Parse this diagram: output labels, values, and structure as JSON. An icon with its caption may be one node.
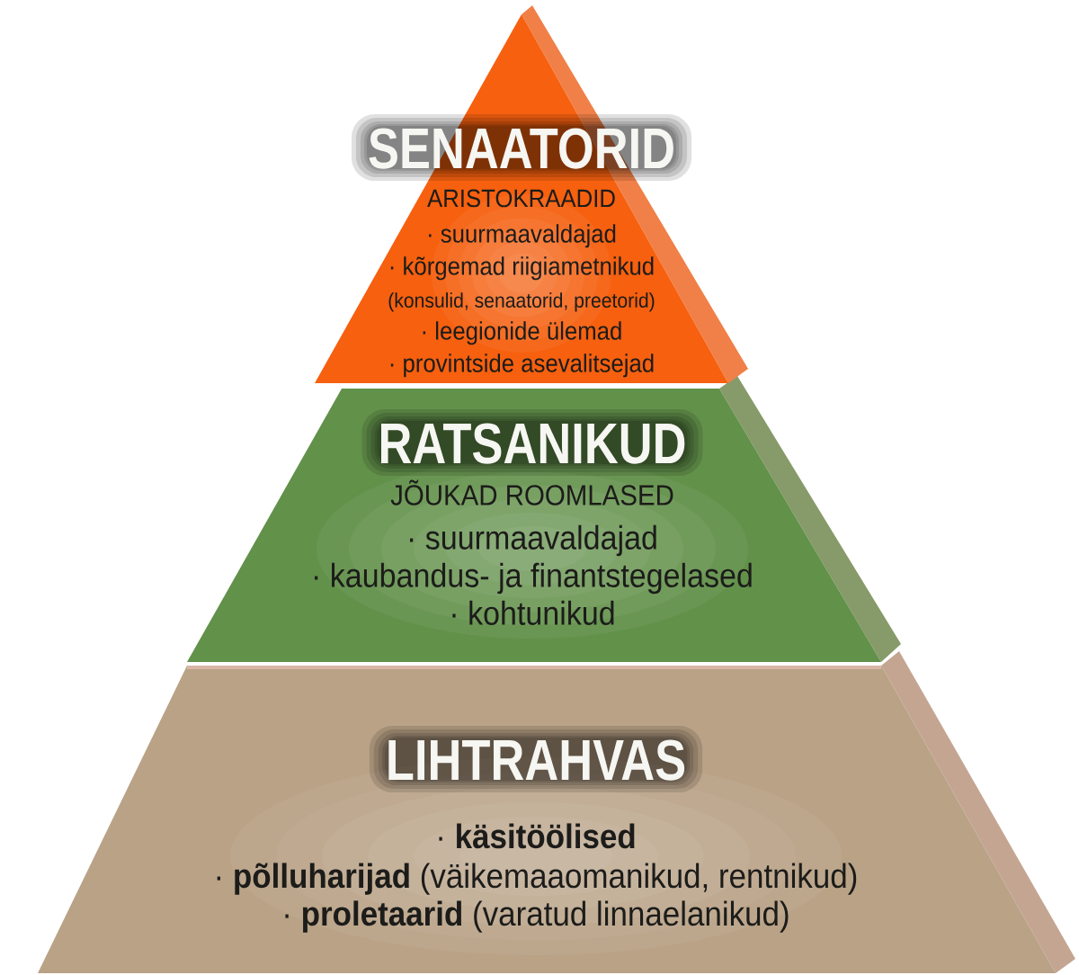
{
  "diagram": {
    "nodes": [
      {
        "text": [
          "SENAATORID",
          "ARISTOKRAADID",
          "· suurmaavaldajad",
          "· kõrgemad riigiametnikud",
          "(konsulid, senaatorid, preetorid)",
          "· leegionide ülemad",
          "· provintside asevalitsejad"
        ]
      },
      {
        "text": [
          "RATSANIKUD",
          "JÕUKAD ROOMLASED",
          "· suurmaavaldajad",
          "· kaubandus- ja finantstegelased",
          "· kohtunikud"
        ]
      },
      {
        "text": [
          "LIHTRAHVAS",
          "· **käsitöölised**",
          "· **põlluharijad** (väikemaaomanikud, rentnikud)",
          "· **proletaarid** (varatud linnaelanikud)"
        ]
      }
    ]
  }
}
